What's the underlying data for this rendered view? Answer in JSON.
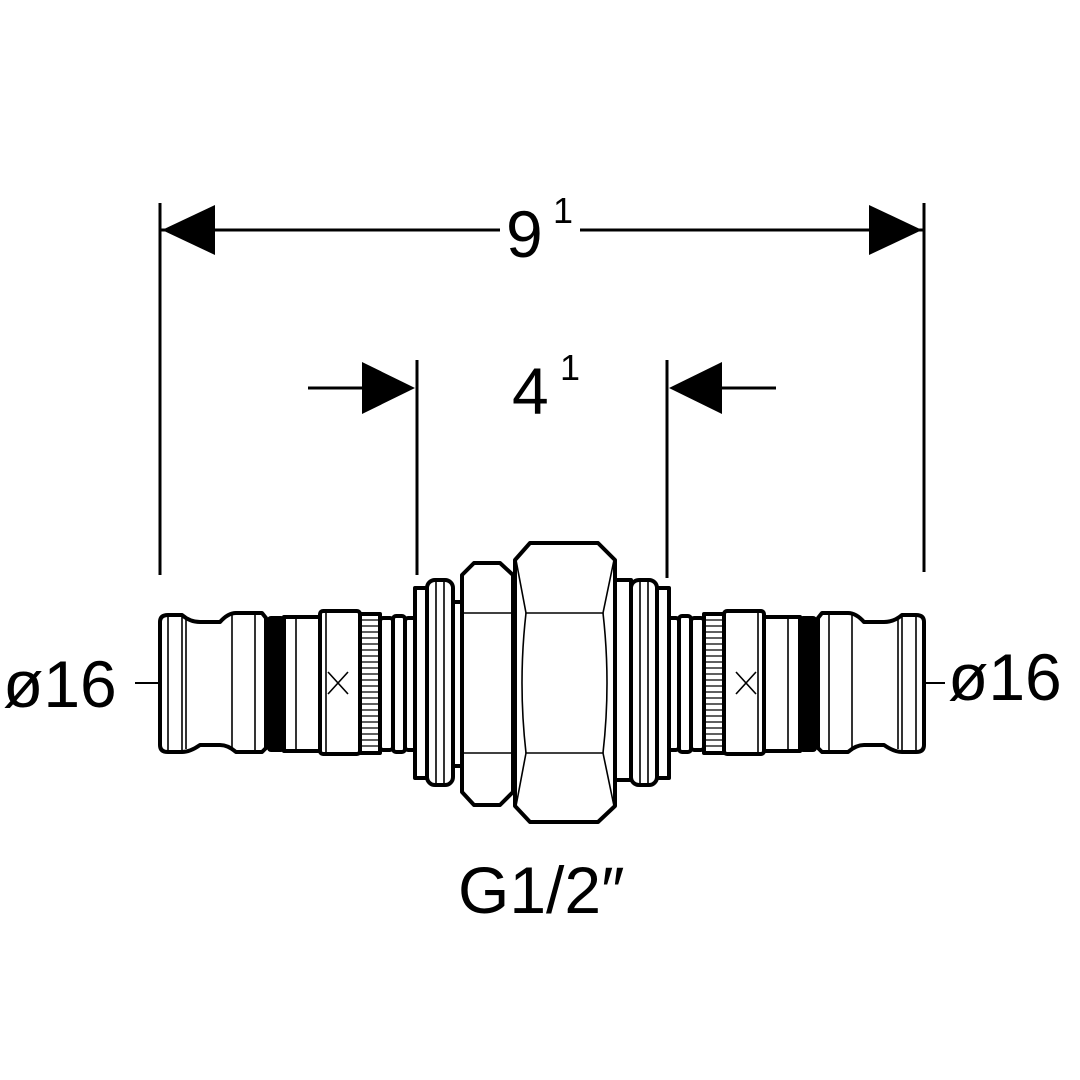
{
  "dimensions": {
    "overall_length": {
      "value": "9",
      "superscript": "1"
    },
    "inner_length": {
      "value": "4",
      "superscript": "1"
    }
  },
  "labels": {
    "left_diameter": "ø16",
    "right_diameter": "ø16",
    "thread": "G1/2″"
  }
}
